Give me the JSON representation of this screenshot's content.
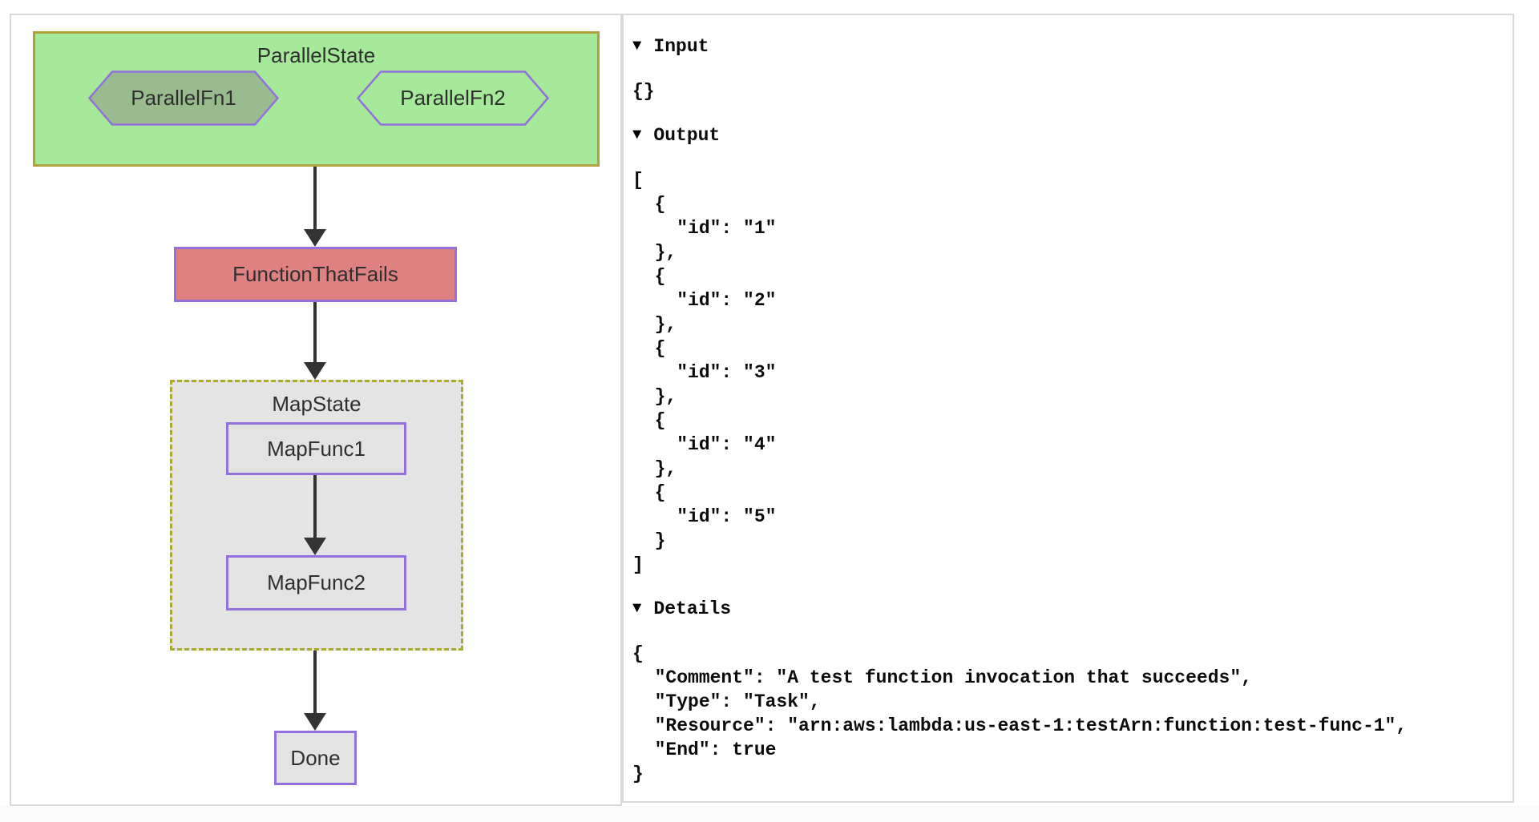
{
  "diagram": {
    "parallel_state": {
      "title": "ParallelState",
      "fn1_label": "ParallelFn1",
      "fn2_label": "ParallelFn2"
    },
    "function_that_fails_label": "FunctionThatFails",
    "map_state": {
      "title": "MapState",
      "func1_label": "MapFunc1",
      "func2_label": "MapFunc2"
    },
    "done_label": "Done"
  },
  "inspector": {
    "collapse_icon": "▼",
    "sections": [
      {
        "label": "Input",
        "content": "{}"
      },
      {
        "label": "Output",
        "content": "[\n  {\n    \"id\": \"1\"\n  },\n  {\n    \"id\": \"2\"\n  },\n  {\n    \"id\": \"3\"\n  },\n  {\n    \"id\": \"4\"\n  },\n  {\n    \"id\": \"5\"\n  }\n]"
      },
      {
        "label": "Details",
        "content": "{\n  \"Comment\": \"A test function invocation that succeeds\",\n  \"Type\": \"Task\",\n  \"Resource\": \"arn:aws:lambda:us-east-1:testArn:function:test-func-1\",\n  \"End\": true\n}"
      }
    ]
  },
  "colors": {
    "cluster_green_fill": "#a6e99a",
    "cluster_green_border": "#b1a13c",
    "cluster_gray_fill": "#e4e4e4",
    "cluster_gray_border": "#aaaa33",
    "node_border_purple": "#9370db",
    "failed_node_fill": "#e08181",
    "neutral_node_fill": "#e3e3e3",
    "active_hex_fill": "#99bc8e",
    "arrow": "#333333",
    "panel_border": "#d9d9d9"
  }
}
